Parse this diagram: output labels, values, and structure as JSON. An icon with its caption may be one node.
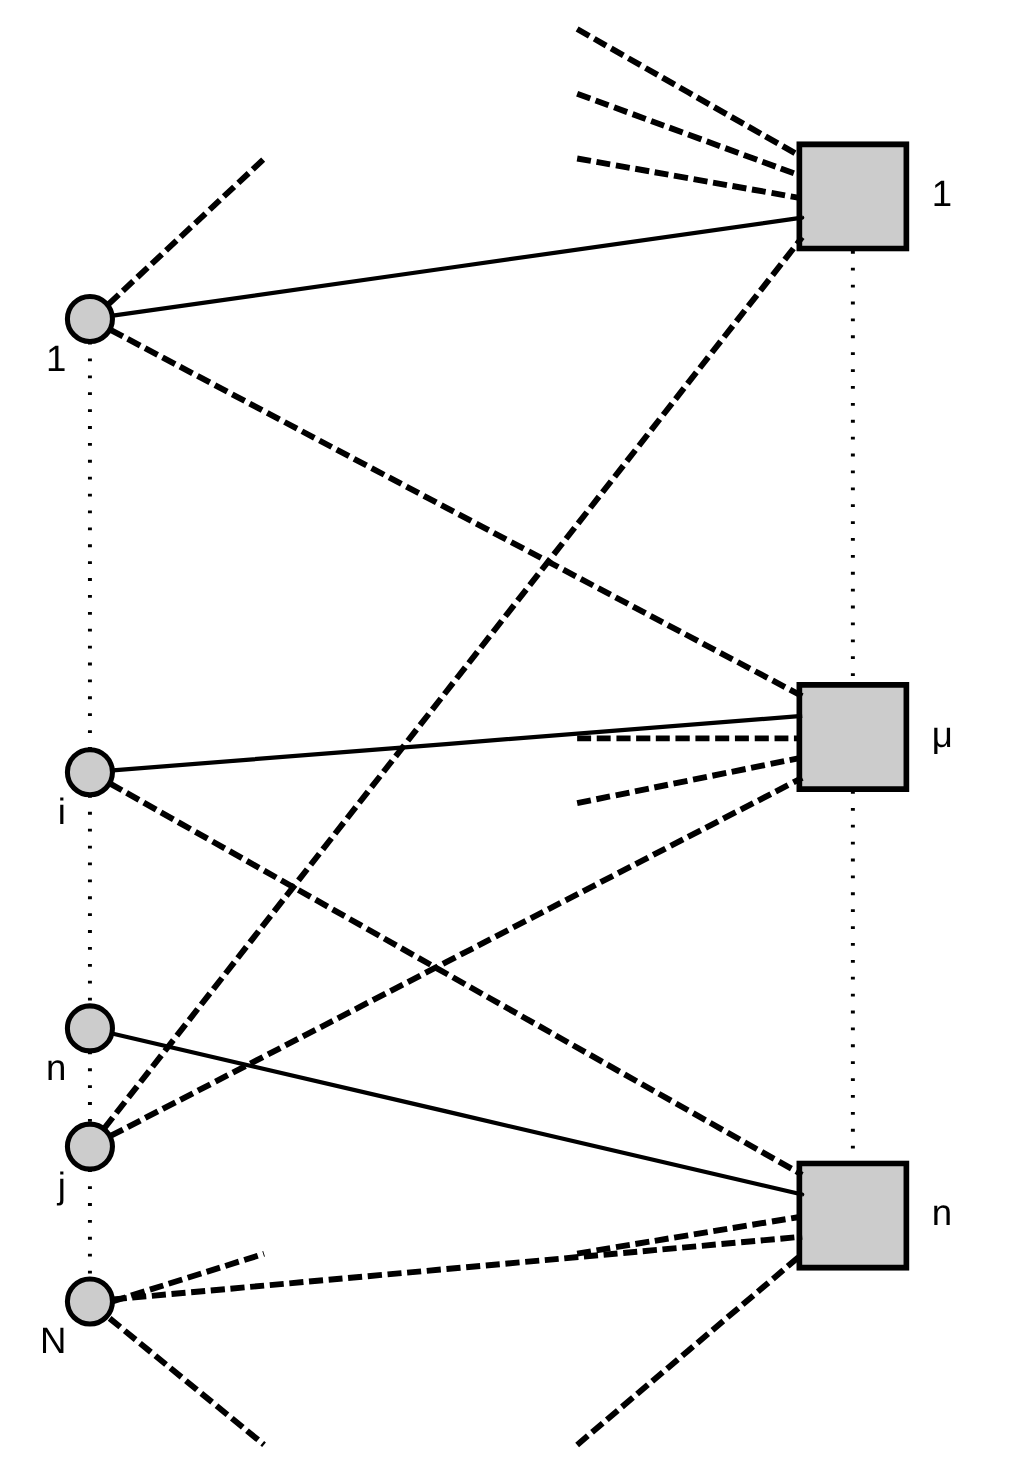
{
  "diagram": {
    "nodes": [
      {
        "text": [],
        "shape": "circle",
        "beside": [
          "1"
        ]
      },
      {
        "text": [],
        "shape": "circle",
        "beside": [
          "i"
        ]
      },
      {
        "text": [],
        "shape": "circle",
        "beside": [
          "n"
        ]
      },
      {
        "text": [],
        "shape": "circle",
        "beside": [
          "j"
        ]
      },
      {
        "text": [],
        "shape": "circle",
        "beside": [
          "N"
        ]
      },
      {
        "text": [],
        "shape": "box",
        "beside": [
          "1"
        ]
      },
      {
        "text": [],
        "shape": "box",
        "beside": [
          "μ"
        ]
      },
      {
        "text": [],
        "shape": "box",
        "beside": [
          "n"
        ]
      }
    ],
    "edges": [
      {
        "from": 0,
        "to": 5,
        "arrow": "none"
      },
      {
        "from": 0,
        "to": null,
        "arrow": "none",
        "style": "dashed"
      },
      {
        "from": 0,
        "to": 6,
        "arrow": "none",
        "style": "dashed"
      },
      {
        "from": null,
        "to": 5,
        "arrow": "none",
        "style": "dashed"
      },
      {
        "from": null,
        "to": 5,
        "arrow": "none",
        "style": "dashed"
      },
      {
        "from": null,
        "to": 5,
        "arrow": "none",
        "style": "dashed"
      },
      {
        "from": 1,
        "to": 6,
        "arrow": "none"
      },
      {
        "from": 1,
        "to": 7,
        "arrow": "none",
        "style": "dashed"
      },
      {
        "from": null,
        "to": 6,
        "arrow": "none",
        "style": "dashed"
      },
      {
        "from": null,
        "to": 6,
        "arrow": "none",
        "style": "dashed"
      },
      {
        "from": 2,
        "to": 7,
        "arrow": "none"
      },
      {
        "from": null,
        "to": 7,
        "arrow": "none",
        "style": "dashed"
      },
      {
        "from": null,
        "to": 7,
        "arrow": "none",
        "style": "dashed"
      },
      {
        "from": 3,
        "to": 5,
        "arrow": "none",
        "style": "dashed"
      },
      {
        "from": 3,
        "to": 6,
        "arrow": "none",
        "style": "dashed"
      },
      {
        "from": 4,
        "to": 7,
        "arrow": "none",
        "style": "dashed"
      },
      {
        "from": 4,
        "to": null,
        "arrow": "none",
        "style": "dashed"
      },
      {
        "from": 4,
        "to": null,
        "arrow": "none",
        "style": "dashed"
      },
      {
        "from": 0,
        "to": 1,
        "arrow": "none",
        "style": "dashed"
      },
      {
        "from": 1,
        "to": 2,
        "arrow": "none",
        "style": "dashed"
      },
      {
        "from": 2,
        "to": 3,
        "arrow": "none",
        "style": "dashed"
      },
      {
        "from": 3,
        "to": 4,
        "arrow": "none",
        "style": "dashed"
      },
      {
        "from": 5,
        "to": 6,
        "arrow": "none",
        "style": "dashed"
      },
      {
        "from": 6,
        "to": 7,
        "arrow": "none",
        "style": "dashed"
      }
    ]
  }
}
